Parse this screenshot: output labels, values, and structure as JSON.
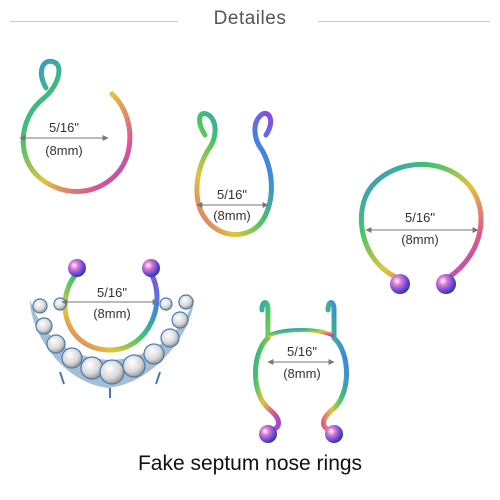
{
  "header": {
    "title": "Detailes"
  },
  "caption": "Fake septum nose rings",
  "rings": [
    {
      "size": "5/16\"",
      "metric": "(8mm)",
      "style": "open loop ring"
    },
    {
      "size": "5/16\"",
      "metric": "(8mm)",
      "style": "u-shaped clip"
    },
    {
      "size": "5/16\"",
      "metric": "(8mm)",
      "style": "horseshoe ring with balls"
    },
    {
      "size": "5/16\"",
      "metric": "(8mm)",
      "style": "jeweled crescent"
    },
    {
      "size": "5/16\"",
      "metric": "(8mm)",
      "style": "double loop clip with balls"
    }
  ],
  "colors": {
    "rainbow": [
      "#3a8be0",
      "#43c46a",
      "#e0c43a",
      "#e05a8a",
      "#8a4ae0"
    ],
    "gem": "#dcdcdc",
    "title": "#555555"
  }
}
